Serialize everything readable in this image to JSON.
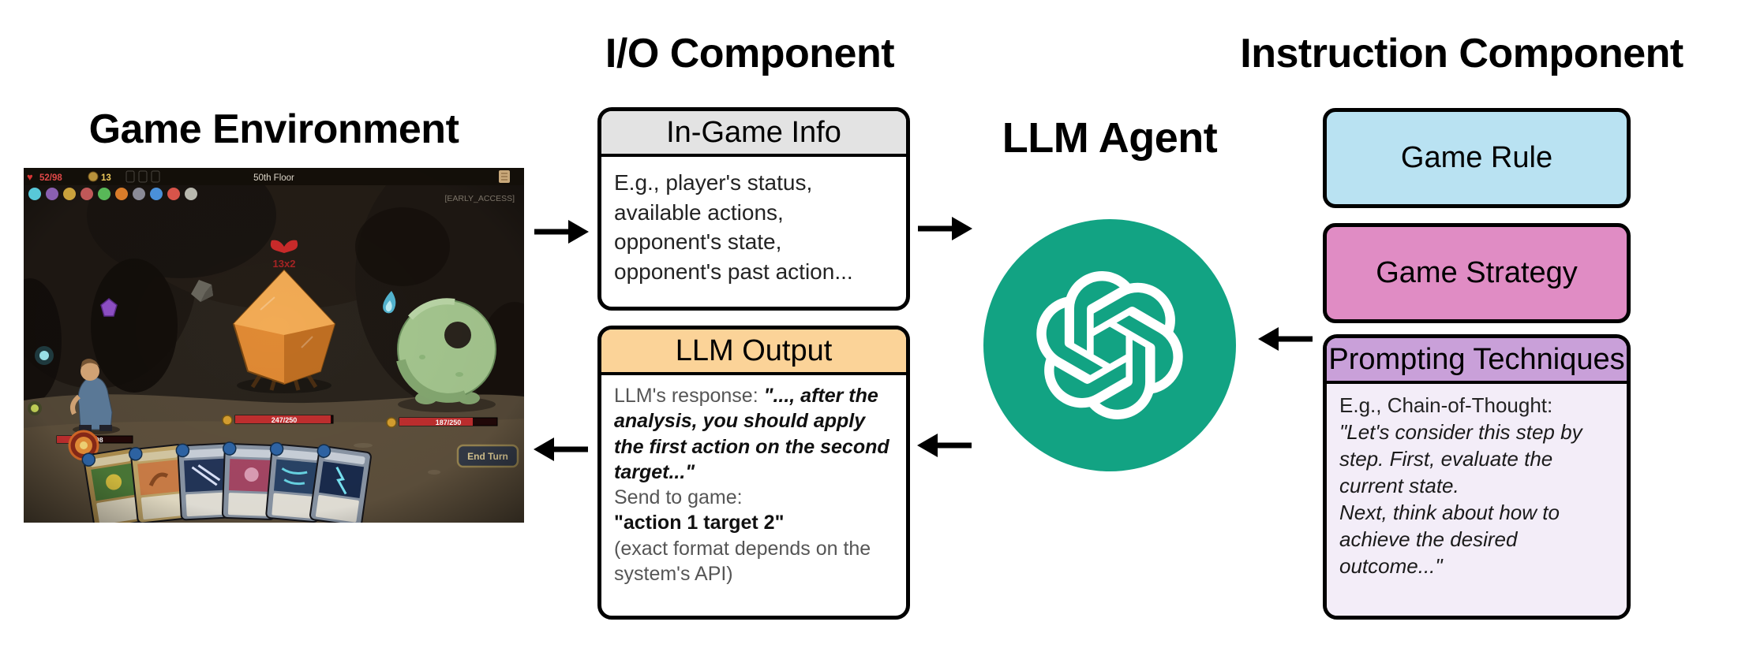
{
  "titles": {
    "game_environment": "Game Environment",
    "io_component": "I/O Component",
    "llm_agent": "LLM Agent",
    "instruction_component": "Instruction Component"
  },
  "io_component": {
    "in_game_info": {
      "title": "In-Game Info",
      "body": "E.g., player's status, available actions, opponent's state, opponent's past action..."
    },
    "llm_output": {
      "title": "LLM Output",
      "response_label": "LLM's response: ",
      "response_quote": "\"..., after the analysis, you should apply the first action on the second target...\"",
      "send_label": "Send to game:",
      "send_command": "\"action 1 target 2\"",
      "format_note": "(exact format depends on the system's API)"
    }
  },
  "instruction_component": {
    "game_rule_label": "Game Rule",
    "game_strategy_label": "Game Strategy",
    "prompting_techniques": {
      "title": "Prompting Techniques",
      "intro": "E.g., Chain-of-Thought:",
      "quote_line_1": "\"Let's consider this step by step. First, evaluate the current state.",
      "quote_line_2": "Next, think about how to achieve the desired outcome...\""
    }
  },
  "game_environment": {
    "top_bar": {
      "player_hp": "52/98",
      "gold": "13",
      "floor_label": "50th Floor"
    },
    "watermark": "[EARLY_ACCESS]",
    "enemy_intent": "13x2",
    "player_health": "52/98",
    "enemy1_health": "247/250",
    "enemy2_health": "187/250",
    "end_turn_label": "End Turn"
  },
  "colors": {
    "in_game_info_header": "#e3e3e3",
    "llm_output_header": "#fbd398",
    "game_rule_fill": "#b9e2f2",
    "game_strategy_fill": "#e08cc4",
    "prompting_header_fill": "#c9a0d9",
    "prompting_body_fill": "#f3edf8",
    "llm_agent_green": "#12a383",
    "arrow_color": "#000000"
  }
}
